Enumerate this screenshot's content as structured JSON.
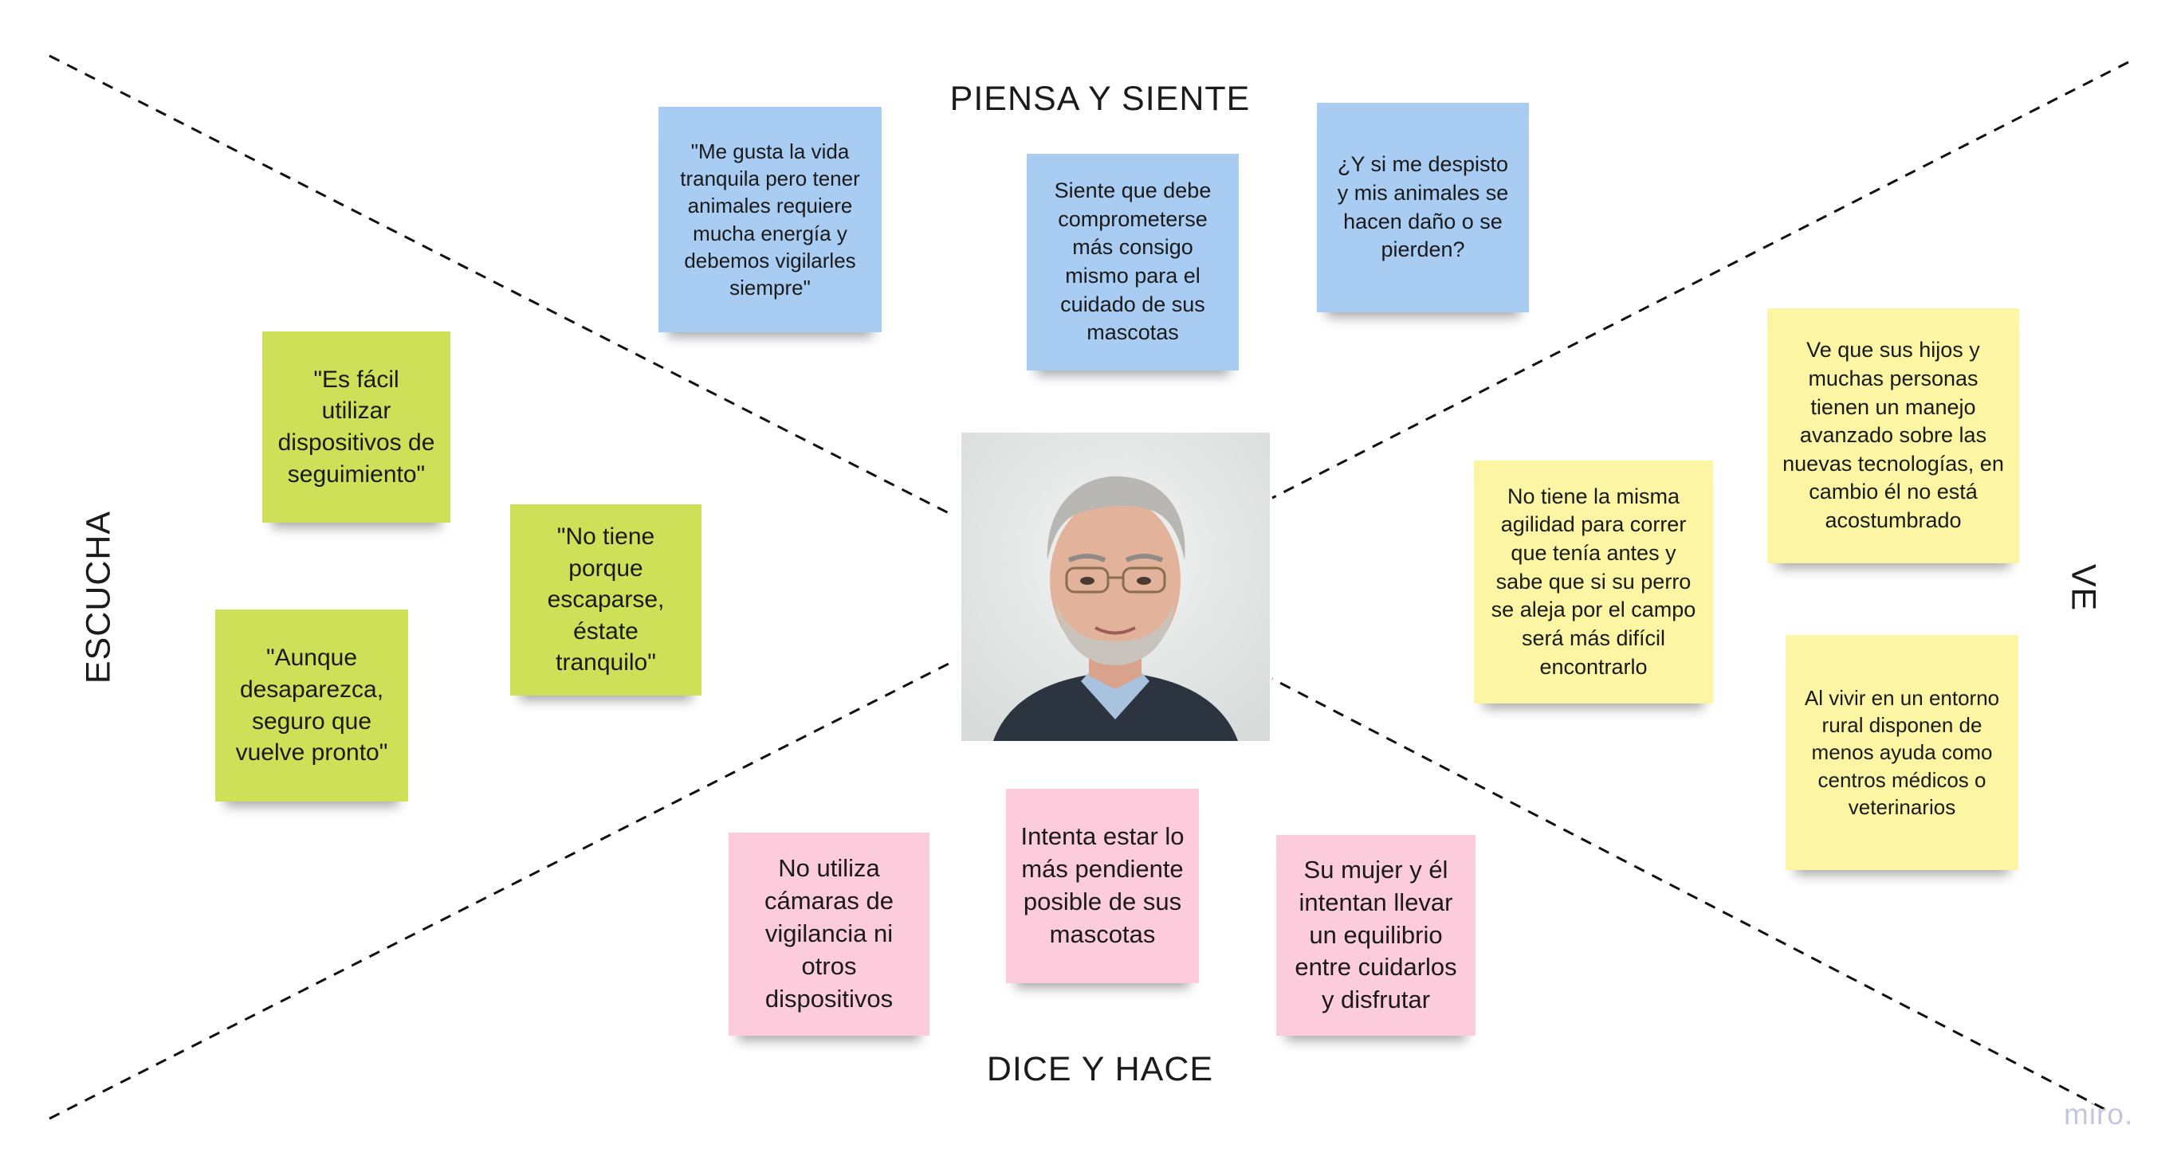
{
  "board": {
    "quadrants": {
      "top": "PIENSA Y SIENTE",
      "bottom": "DICE Y HACE",
      "left": "ESCUCHA",
      "right": "VE"
    },
    "watermark": "miro."
  },
  "colors": {
    "blue_note": "#a9ccf2",
    "green_note": "#cde057",
    "yellow_note": "#fbf5a4",
    "pink_note": "#fccbdc"
  },
  "persona": {
    "icon": "portrait-photo"
  },
  "notes": {
    "thinks_1": "\"Me gusta la vida tranquila pero tener animales requiere mucha energía y debemos vigilarles siempre\"",
    "thinks_2": "Siente que debe comprometerse más consigo mismo  para el cuidado de sus mascotas",
    "thinks_3": "¿Y si me despisto y mis animales se hacen daño o se pierden?",
    "hears_1": "\"Es fácil utilizar dispositivos de seguimiento\"",
    "hears_2": "\"No tiene porque escaparse, éstate tranquilo\"",
    "hears_3": "\"Aunque desaparezca, seguro que vuelve pronto\"",
    "sees_1": "Ve que sus hijos y muchas personas tienen un manejo avanzado sobre las nuevas tecnologías, en cambio él no está acostumbrado",
    "sees_2": "No tiene la misma agilidad para correr que tenía antes y sabe que si su perro se aleja por el campo será más difícil encontrarlo",
    "sees_3": "Al vivir en un entorno rural disponen de menos ayuda como centros médicos o veterinarios",
    "does_1": "No utiliza cámaras de vigilancia ni otros dispositivos",
    "does_2": "Intenta estar lo más pendiente posible de sus mascotas",
    "does_3": "Su mujer y él intentan llevar un equilibrio entre cuidarlos y disfrutar"
  }
}
